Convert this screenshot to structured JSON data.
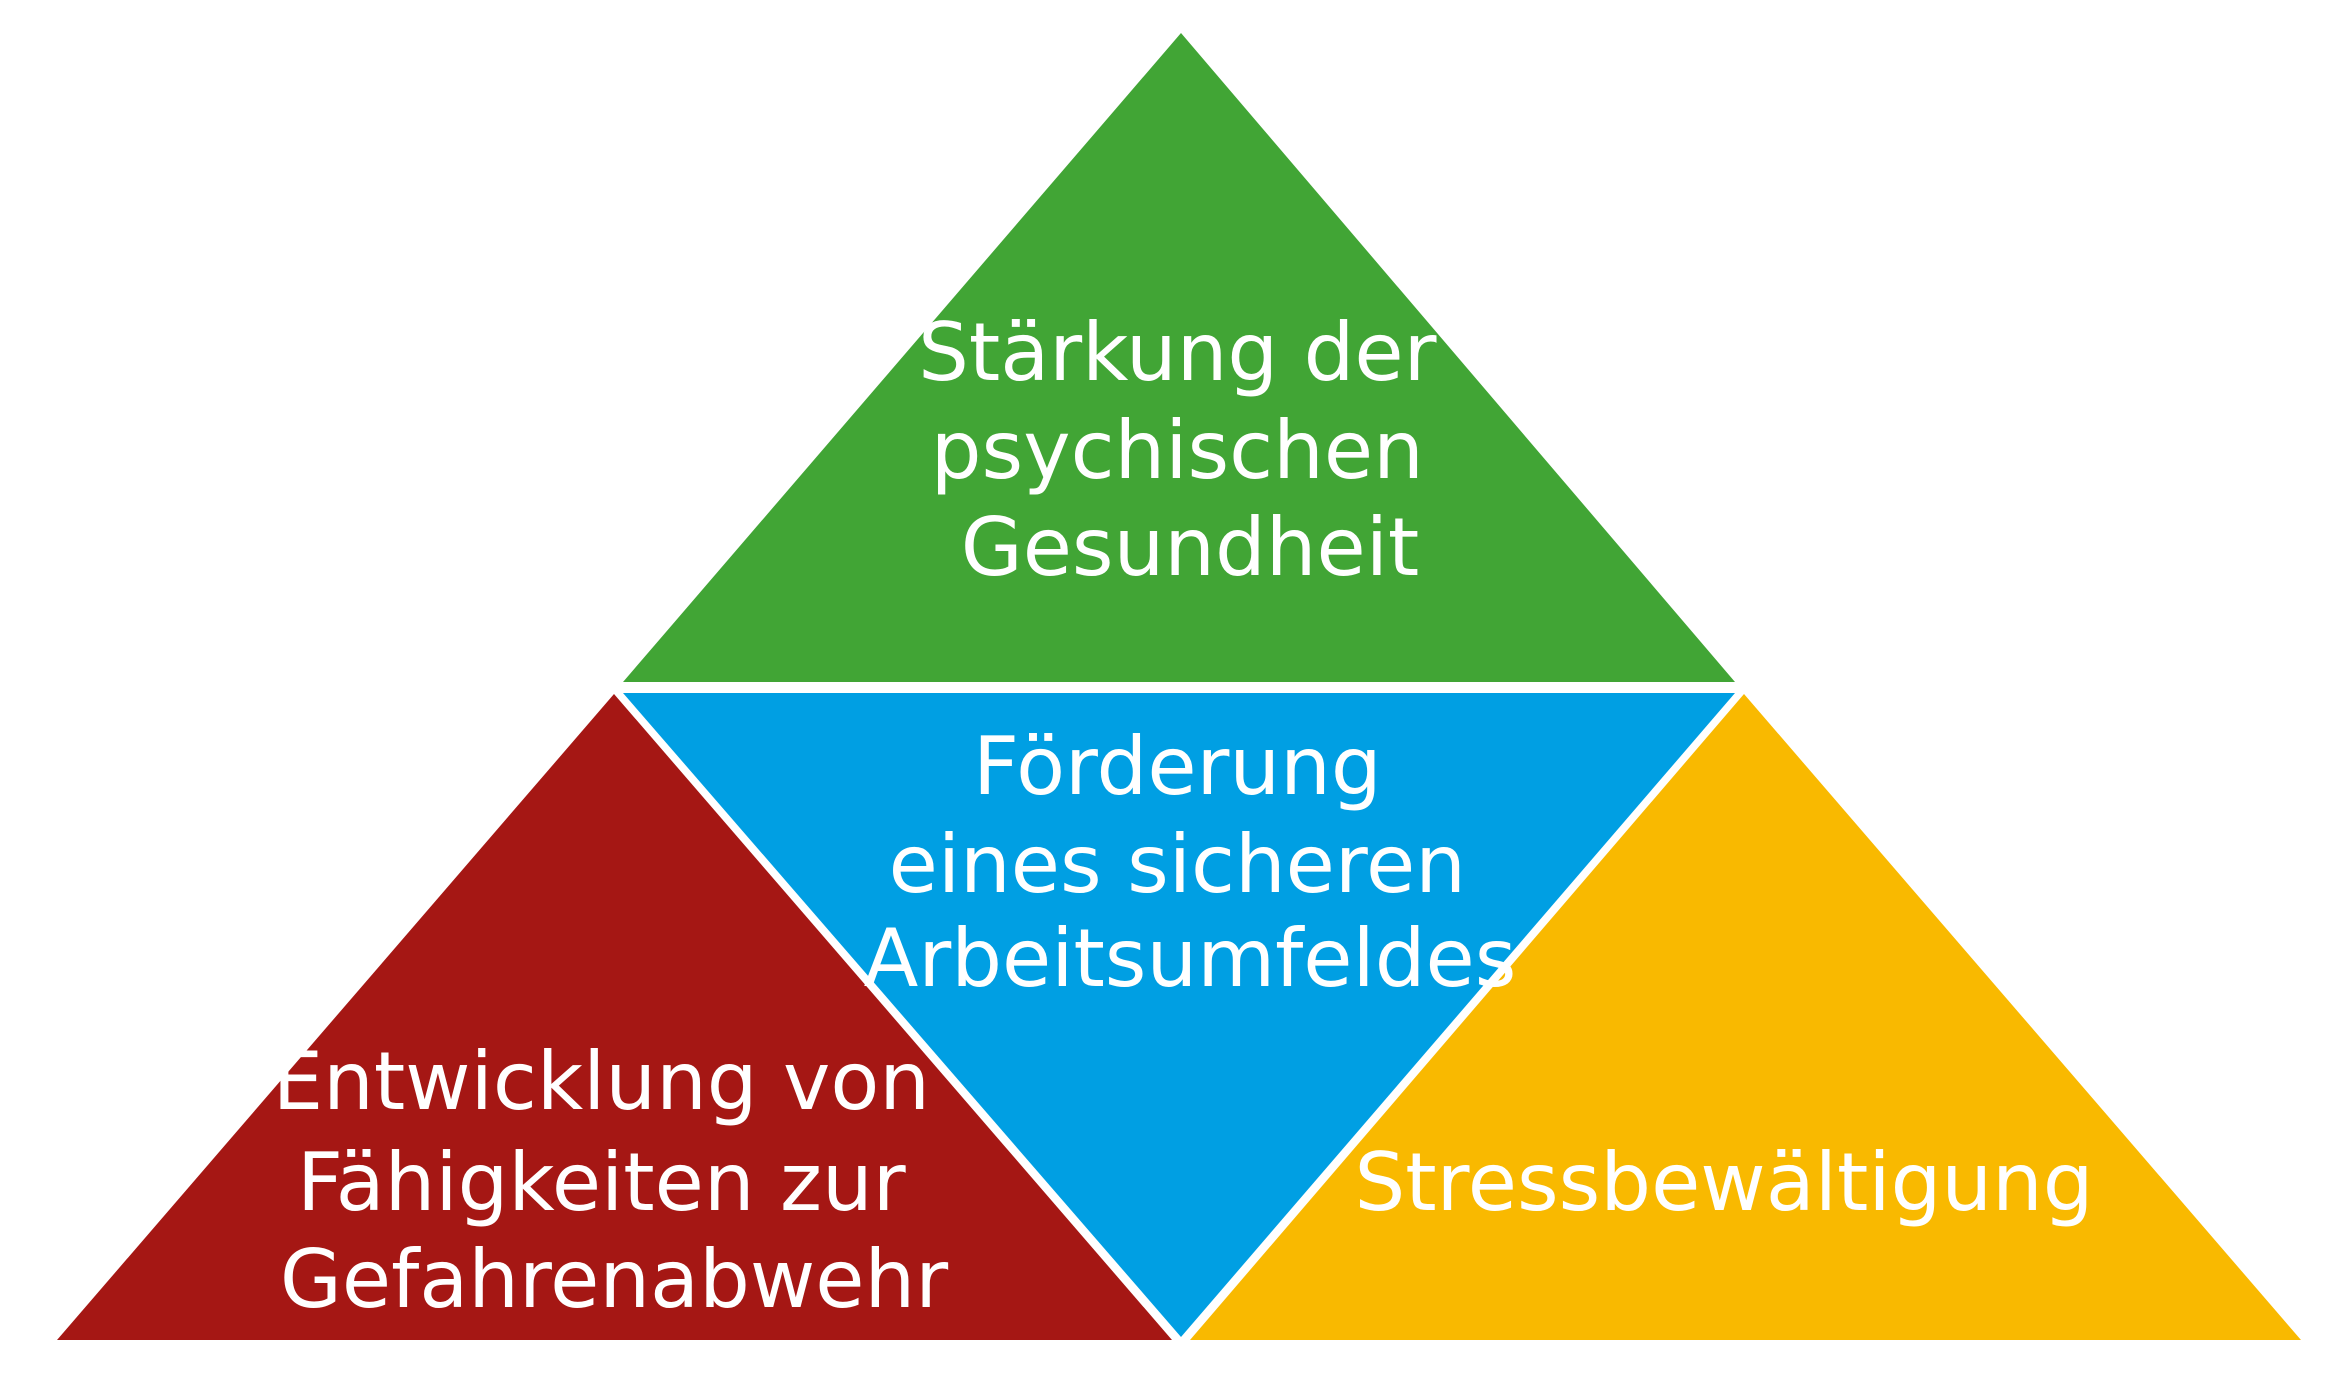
{
  "colors": {
    "green": "#41A535",
    "blue": "#009FE3",
    "red": "#A51714",
    "yellow": "#F9B900"
  },
  "triangles": {
    "top": {
      "lines": [
        "Stärkung der",
        "psychischen",
        "Gesundheit"
      ]
    },
    "center": {
      "lines": [
        "Förderung",
        "eines sicheren",
        "Arbeitsumfeldes"
      ]
    },
    "left": {
      "lines": [
        "Entwicklung von",
        "Fähigkeiten zur",
        "Gefahrenabwehr"
      ]
    },
    "right": {
      "lines": [
        "Stressbewältigung"
      ]
    }
  }
}
